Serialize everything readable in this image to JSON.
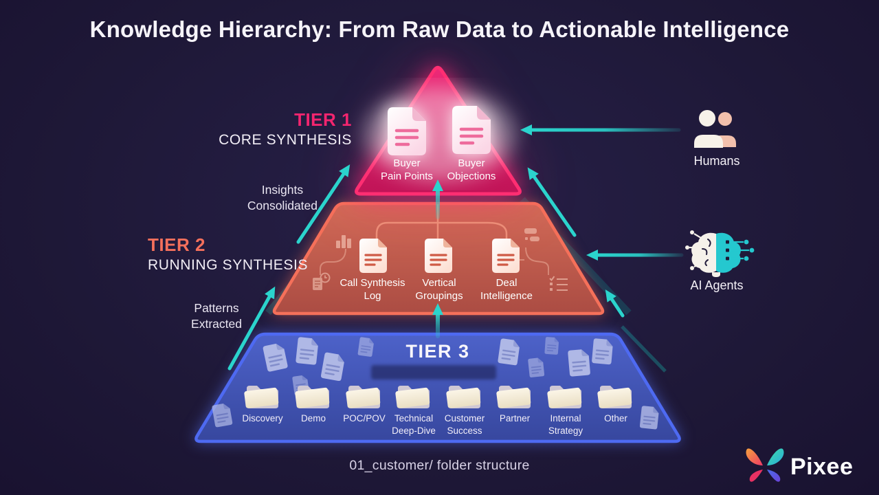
{
  "title": "Knowledge Hierarchy: From Raw Data to Actionable Intelligence",
  "tier1": {
    "label": "TIER 1",
    "sublabel": "CORE SYNTHESIS",
    "annotation": "Insights\nConsolidated",
    "docs": [
      {
        "label": "Buyer\nPain Points"
      },
      {
        "label": "Buyer\nObjections"
      }
    ]
  },
  "tier2": {
    "label": "TIER 2",
    "sublabel": "RUNNING SYNTHESIS",
    "annotation": "Patterns\nExtracted",
    "docs": [
      {
        "label": "Call Synthesis\nLog"
      },
      {
        "label": "Vertical\nGroupings"
      },
      {
        "label": "Deal\nIntelligence"
      }
    ]
  },
  "tier3": {
    "label": "TIER 3",
    "folders": [
      {
        "label": "Discovery"
      },
      {
        "label": "Demo"
      },
      {
        "label": "POC/POV"
      },
      {
        "label": "Technical\nDeep-Dive"
      },
      {
        "label": "Customer\nSuccess"
      },
      {
        "label": "Partner"
      },
      {
        "label": "Internal\nStrategy"
      },
      {
        "label": "Other"
      }
    ]
  },
  "actors": {
    "humans": "Humans",
    "ai_agents": "AI Agents"
  },
  "caption": "01_customer/ folder structure",
  "brand": {
    "name": "Pixee"
  },
  "icons": {
    "humans": "people-icon",
    "ai_agents": "brain-circuit-icon",
    "tier_docs": "document-icon",
    "tier3_folders": "folder-icon"
  },
  "colors": {
    "background": "#1e1837",
    "tier1_accent": "#ff2e72",
    "tier2_accent": "#f5705a",
    "tier3_accent": "#4e6af2",
    "arrow": "#2bd4cd",
    "title_text": "#f6f4f9"
  }
}
